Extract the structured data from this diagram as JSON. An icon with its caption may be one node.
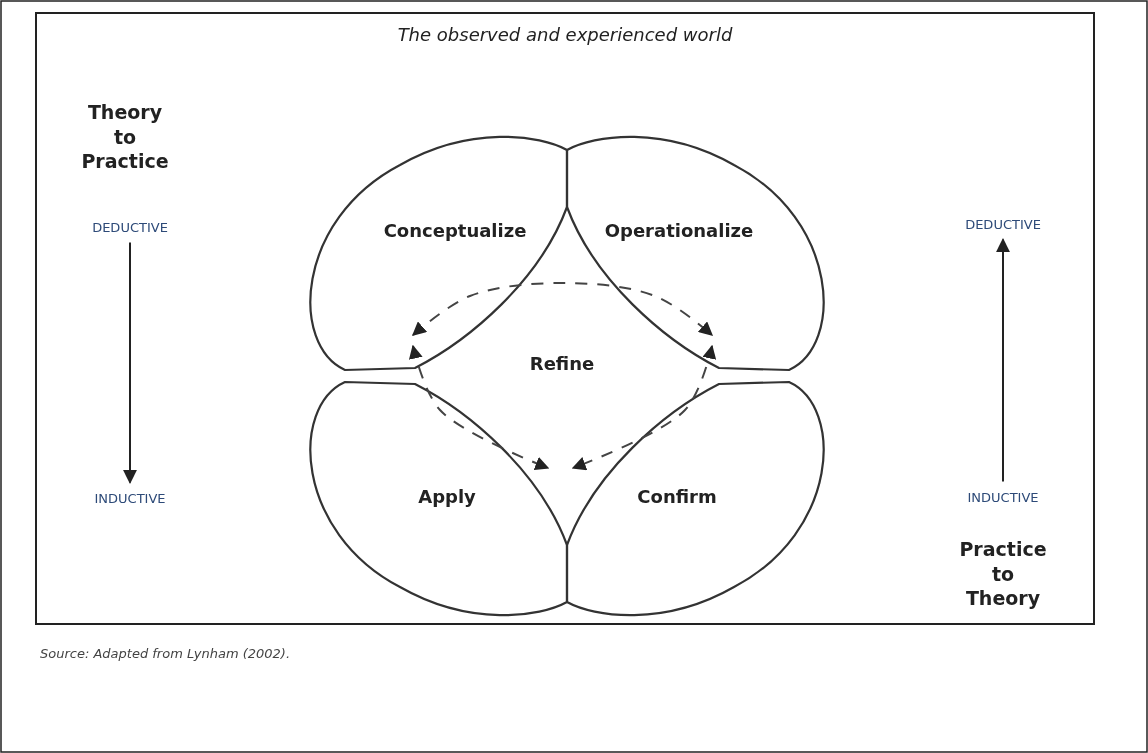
{
  "diagram": {
    "caption": "Source: Adapted from Lynham (2002).",
    "nodes": [
      {
        "text": [
          "The observed and experienced world"
        ]
      },
      {
        "text": [
          "Conceptualize"
        ],
        "in": 0
      },
      {
        "text": [
          "Operationalize"
        ],
        "in": 0
      },
      {
        "text": [
          "Apply"
        ],
        "in": 0
      },
      {
        "text": [
          "Confirm"
        ],
        "in": 0
      },
      {
        "text": [
          "Refine"
        ],
        "in": 0
      },
      {
        "text": [
          "DEDUCTIVE"
        ],
        "in": 0
      },
      {
        "text": [
          "INDUCTIVE"
        ],
        "in": 0
      },
      {
        "text": [
          "DEDUCTIVE"
        ],
        "in": 0
      },
      {
        "text": [
          "INDUCTIVE"
        ],
        "in": 0
      }
    ],
    "edges": [
      {
        "from": 1,
        "to": 2,
        "arrow": "both",
        "style": "dashed"
      },
      {
        "from": 1,
        "to": 3,
        "arrow": "both",
        "style": "dashed"
      },
      {
        "from": 2,
        "to": 4,
        "arrow": "both",
        "style": "dashed"
      },
      {
        "from": 6,
        "to": 7,
        "arrow": "to"
      },
      {
        "from": 9,
        "to": 8,
        "arrow": "to"
      }
    ],
    "labels": [
      "Theory to Practice",
      "Practice to Theory"
    ]
  }
}
